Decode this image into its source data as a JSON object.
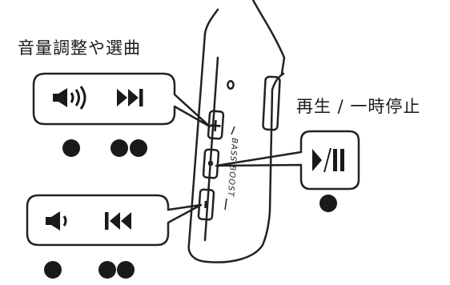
{
  "labels": {
    "volume_track": "音量調整や選曲",
    "play_pause": "再生 / 一時停止"
  },
  "device": {
    "side_text": "BASS BOOST",
    "plus_symbol": "+",
    "minus_symbol": "−"
  },
  "callouts": {
    "top": {
      "left_icon": "volume-up-icon",
      "right_icon": "skip-next-icon",
      "left_presses": 1,
      "right_presses": 2
    },
    "bottom": {
      "left_icon": "volume-down-icon",
      "right_icon": "skip-previous-icon",
      "left_presses": 1,
      "right_presses": 2
    },
    "play": {
      "icon": "play-pause-icon",
      "presses": 1
    }
  },
  "colors": {
    "ink": "#1a1a1a",
    "outline": "#222222",
    "background": "#ffffff"
  }
}
